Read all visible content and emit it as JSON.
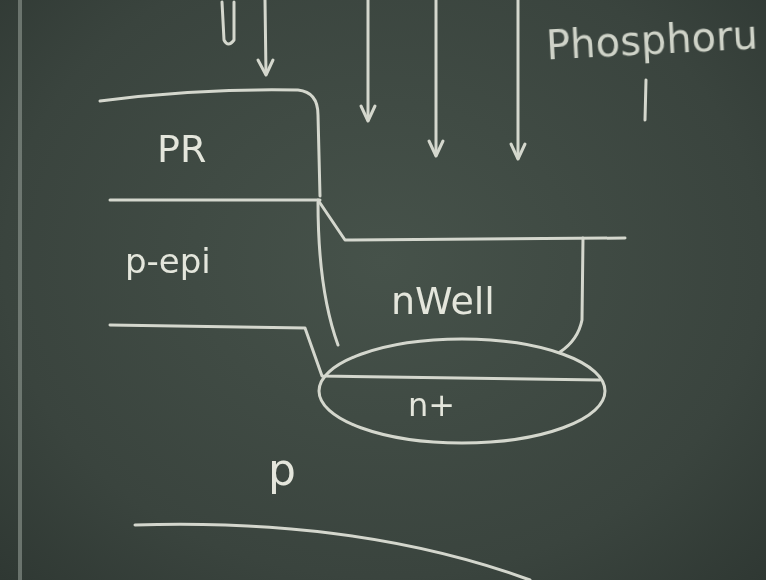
{
  "diagram": {
    "nodes": [
      {
        "text": [
          "PR"
        ]
      },
      {
        "text": [
          "p-epi"
        ]
      },
      {
        "text": [
          "nWell"
        ]
      },
      {
        "text": [
          "n+"
        ]
      },
      {
        "text": [
          "p"
        ]
      }
    ],
    "labels": [
      "Phosphoru"
    ]
  }
}
